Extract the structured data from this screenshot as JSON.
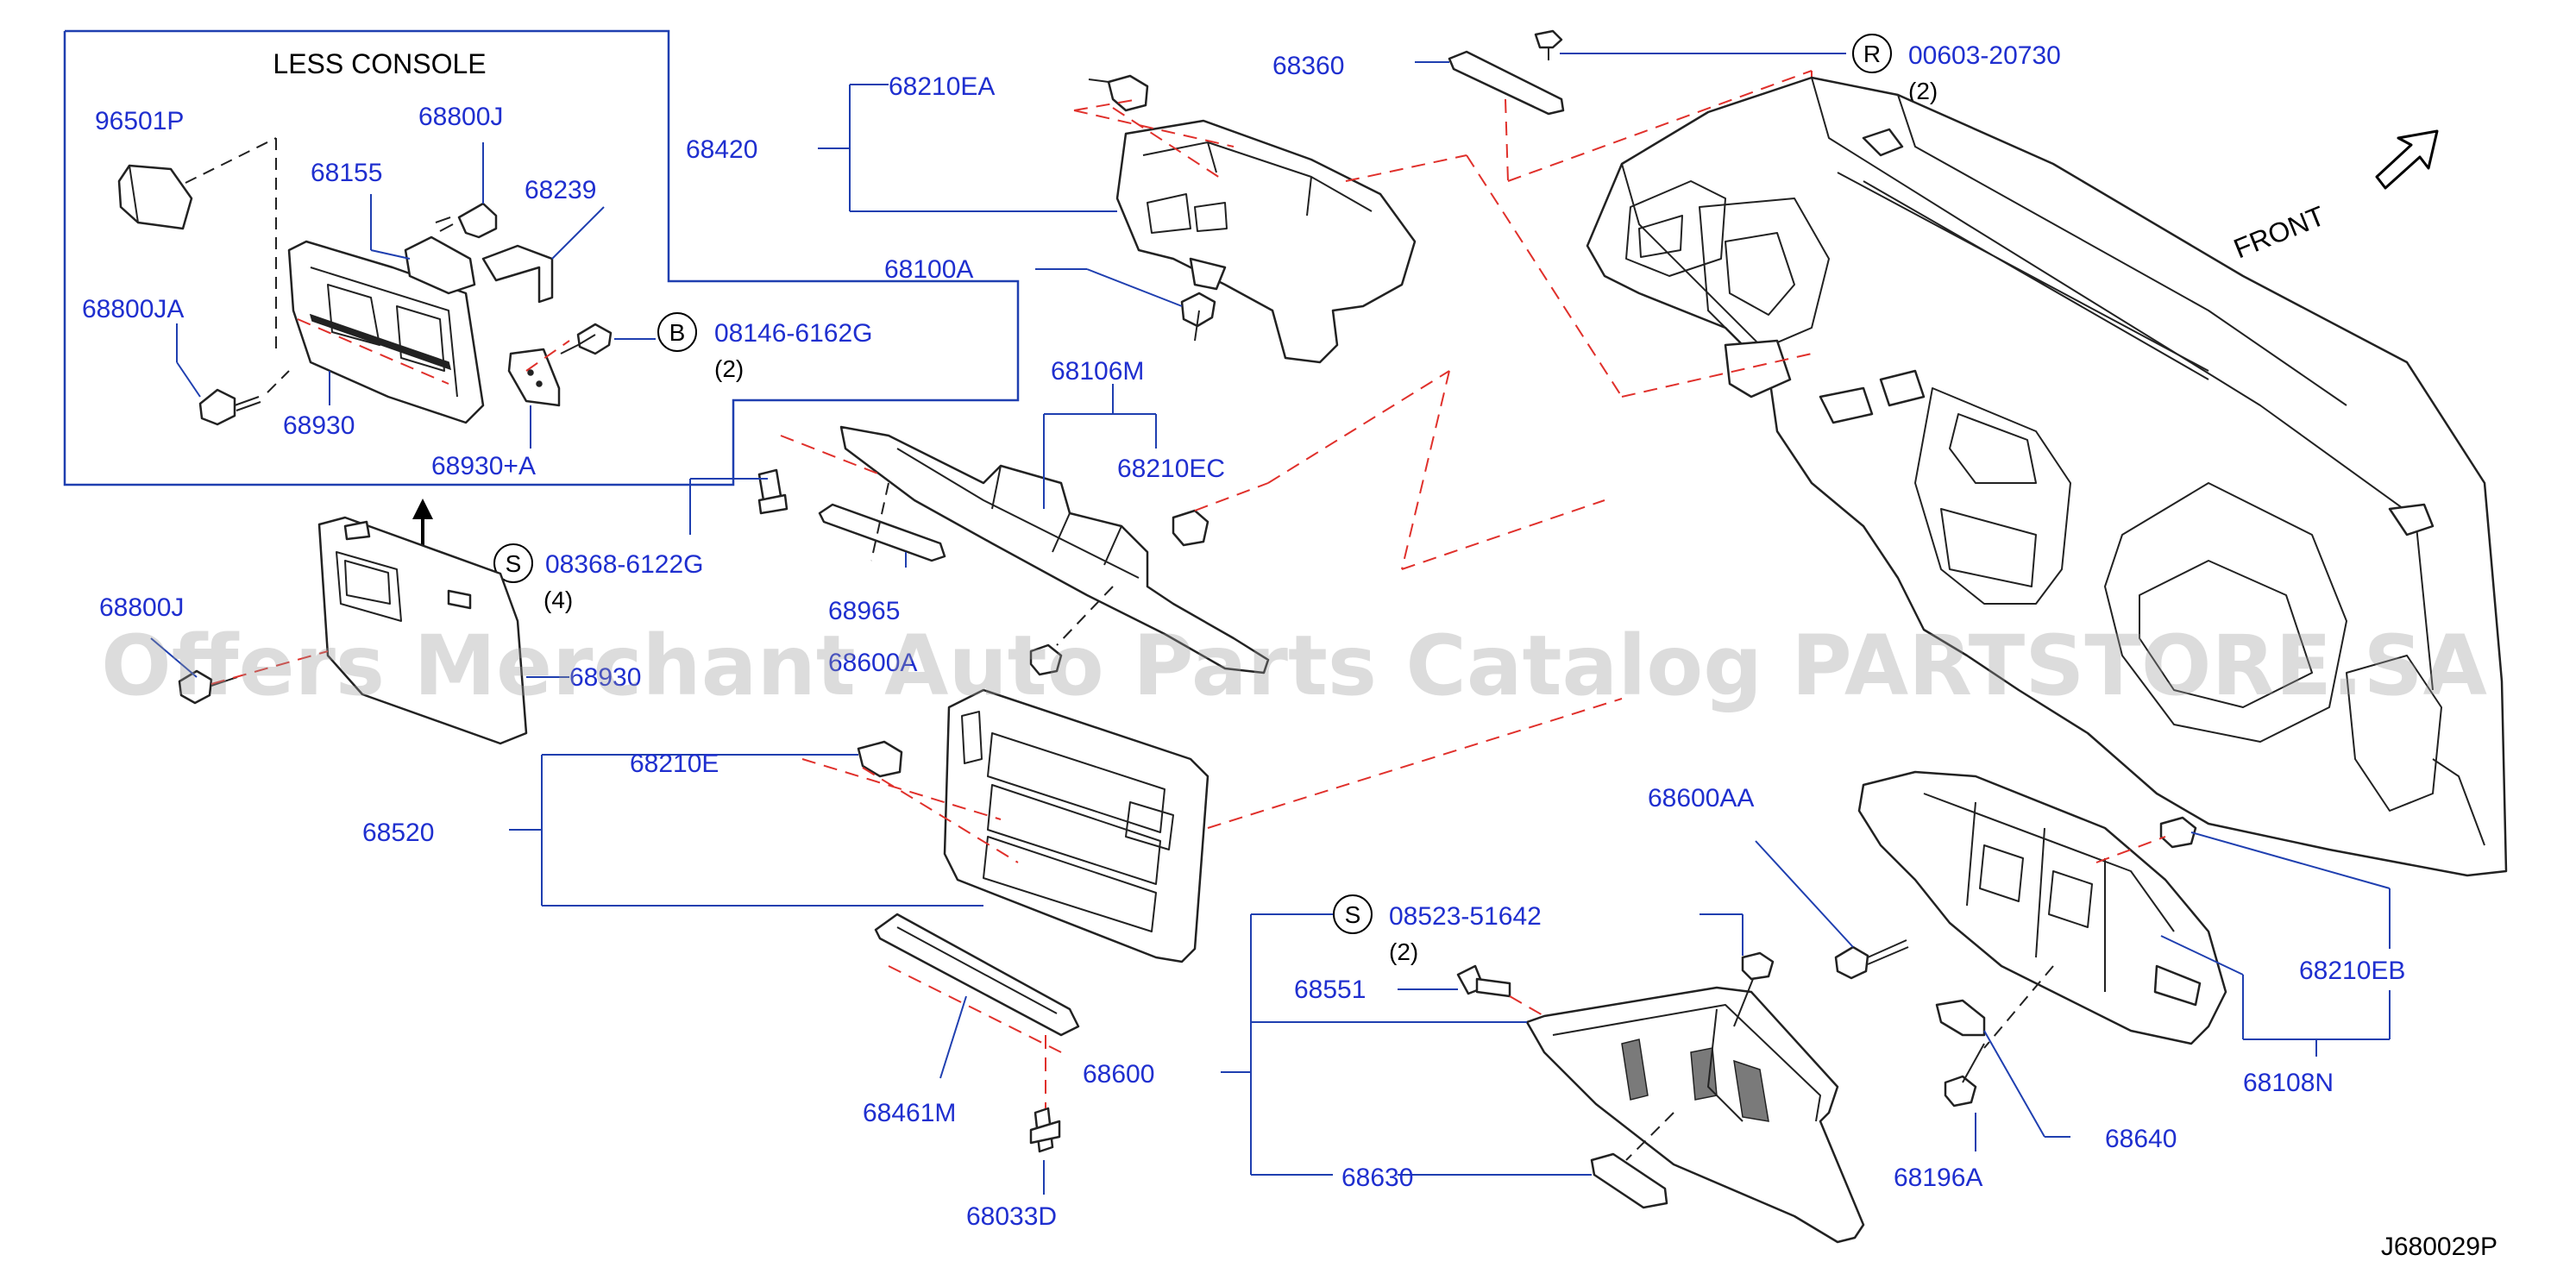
{
  "diagram": {
    "inset_title": "LESS CONSOLE",
    "front_label": "FRONT",
    "drawing_code": "J680029P",
    "watermark": "Offers Merchant Auto Parts Catalog PARTSTORE.SA",
    "colors": {
      "label": "#1f2fcf",
      "leader": "#1f3fb0",
      "dashed": "#e0302b"
    },
    "labels": {
      "p96501P": "96501P",
      "p68800J_a": "68800J",
      "p68155": "68155",
      "p68239": "68239",
      "p68800JA": "68800JA",
      "p68930": "68930",
      "p68930A": "68930+A",
      "p68420": "68420",
      "p68210EA": "68210EA",
      "p68360": "68360",
      "p68100A": "68100A",
      "p68106M": "68106M",
      "p68210EC": "68210EC",
      "p68800J_b": "68800J",
      "p68930_b": "68930",
      "p68965": "68965",
      "p68600A": "68600A",
      "p68210E": "68210E",
      "p68520": "68520",
      "p68461M": "68461M",
      "p68033D": "68033D",
      "p68600": "68600",
      "p68551": "68551",
      "p68630": "68630",
      "p68600AA": "68600AA",
      "p68196A": "68196A",
      "p68640": "68640",
      "p68108N": "68108N",
      "p68210EB": "68210EB"
    },
    "callouts": {
      "b": {
        "letter": "B",
        "number": "08146-6162G",
        "qty": "(2)"
      },
      "r": {
        "letter": "R",
        "number": "00603-20730",
        "qty": "(2)"
      },
      "s1": {
        "letter": "S",
        "number": "08368-6122G",
        "qty": "(4)"
      },
      "s2": {
        "letter": "S",
        "number": "08523-51642",
        "qty": "(2)"
      }
    }
  }
}
